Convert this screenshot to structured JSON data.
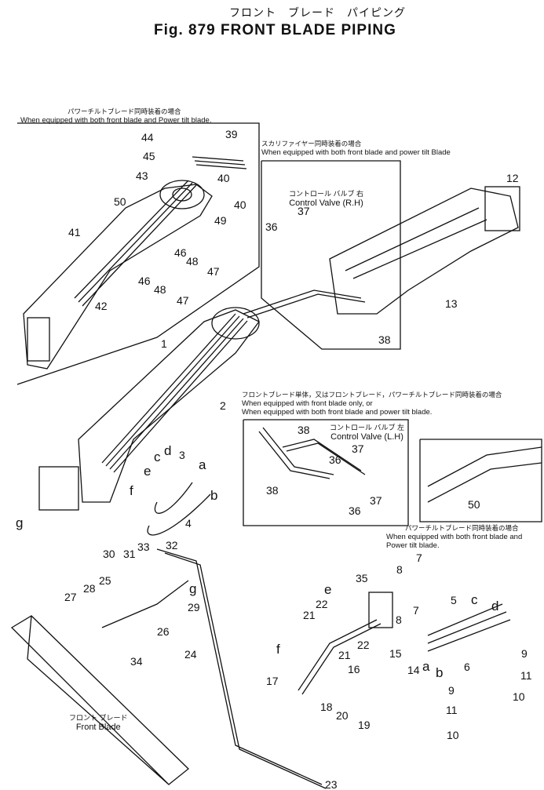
{
  "title": {
    "japanese": "フロント　ブレード　パイピング",
    "english": "Fig. 879 FRONT BLADE PIPING"
  },
  "notes": [
    {
      "id": "powertilt_top",
      "jp": "パワーチルトブレード同時装着の場合",
      "en": "When equipped with both front blade and Power tilt blade."
    },
    {
      "id": "scarifier",
      "jp": "スカリファイヤー同時装着の場合",
      "en": "When equipped with both front blade and power tilt Blade"
    },
    {
      "id": "frontblade_only",
      "jp": "フロントブレード単体，又はフロントブレード，パワーチルトブレード同時装着の場合",
      "en": "When equipped with front blade only, or",
      "en2": "When equipped with both front blade and power tilt blade."
    },
    {
      "id": "powertilt_right",
      "jp": "パワーチルトブレード同時装着の場合",
      "en": "When equipped with both front blade and",
      "en2": "Power tilt blade."
    }
  ],
  "components": {
    "control_valve_rh": {
      "jp": "コントロール バルブ 右",
      "en": "Control Valve (R.H)"
    },
    "control_valve_lh": {
      "jp": "コントロール バルブ 左",
      "en": "Control Valve (L.H)"
    },
    "front_blade": {
      "jp": "フロント ブレード",
      "en": "Front Blade"
    }
  },
  "part_numbers": [
    "1",
    "2",
    "3",
    "4",
    "5",
    "6",
    "7",
    "7",
    "8",
    "8",
    "9",
    "9",
    "10",
    "10",
    "11",
    "11",
    "12",
    "13",
    "14",
    "15",
    "16",
    "17",
    "18",
    "19",
    "20",
    "21",
    "21",
    "22",
    "22",
    "23",
    "24",
    "25",
    "26",
    "27",
    "28",
    "29",
    "30",
    "31",
    "32",
    "33",
    "34",
    "35",
    "36",
    "36",
    "36",
    "37",
    "37",
    "37",
    "38",
    "38",
    "38",
    "39",
    "40",
    "40",
    "41",
    "42",
    "43",
    "44",
    "45",
    "46",
    "46",
    "47",
    "47",
    "48",
    "48",
    "49",
    "50",
    "50"
  ],
  "connection_letters": [
    "a",
    "b",
    "c",
    "d",
    "e",
    "f",
    "g",
    "a",
    "b",
    "c",
    "d",
    "e",
    "f",
    "g"
  ]
}
